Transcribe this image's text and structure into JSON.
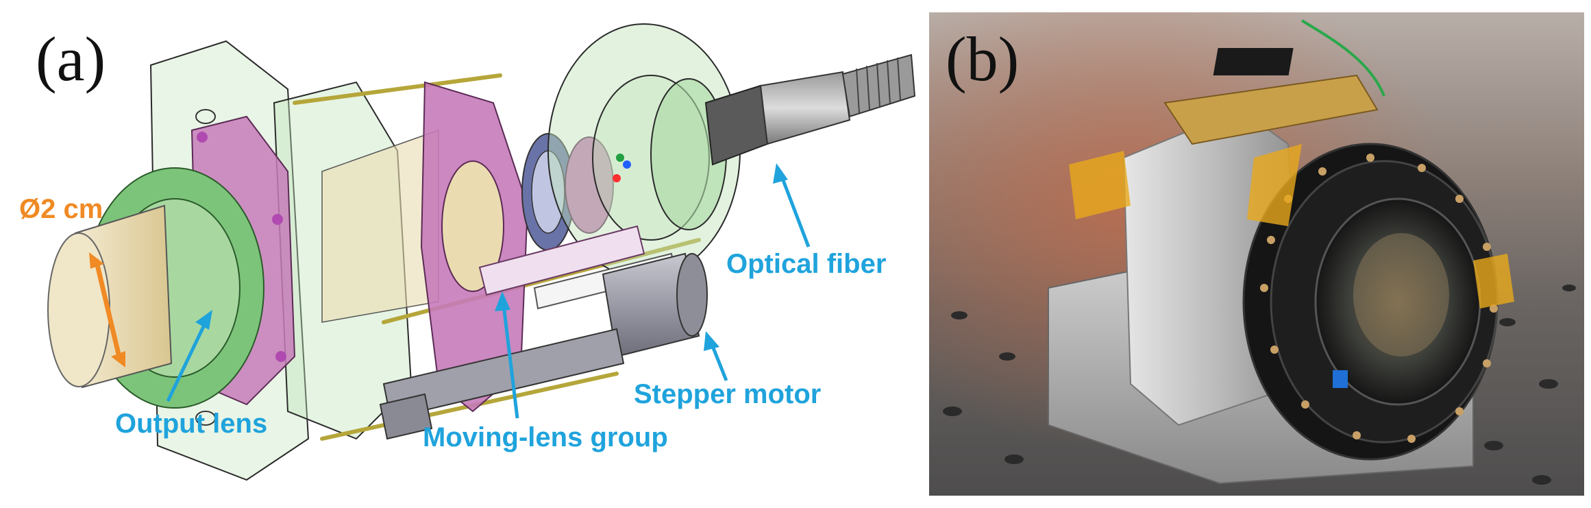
{
  "panels": [
    {
      "letter": "(a)",
      "kind": "CAD exploded view"
    },
    {
      "letter": "(b)",
      "kind": "photograph"
    }
  ],
  "diagram": {
    "dimension_label": "Ø2 cm",
    "callouts": {
      "optical_fiber": "Optical fiber",
      "stepper_motor": "Stepper motor",
      "output_lens": "Output lens",
      "moving_lens_group": "Moving-lens group"
    }
  },
  "colors": {
    "callout": "#1fa3dc",
    "dimension": "#f08a24",
    "housing": "#bfe3b8",
    "mount": "#c77bb9",
    "lens": "#eadcb0"
  }
}
